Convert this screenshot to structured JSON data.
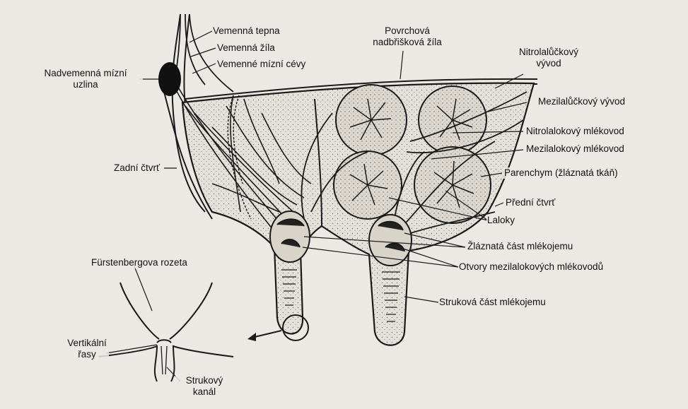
{
  "labels": {
    "vemenna_tepna": "Vemenná tepna",
    "vemenna_zila": "Vemenná žíla",
    "vemenne_mizni_cevy": "Vemenné mízní cévy",
    "nadvemenna_mizni_uzlina_line1": "Nadvemenná mízní",
    "nadvemenna_mizni_uzlina_line2": "uzlina",
    "povrchova_line1": "Povrchová",
    "povrchova_line2": "nadbřišková žíla",
    "nitrolaluckovy_line1": "Nitrolalůčkový",
    "nitrolaluckovy_line2": "vývod",
    "mezilaluckovy_vyvod": "Mezilalůčkový vývod",
    "nitrolalokovy_mlekovod": "Nitrolalokový mlékovod",
    "mezilalokovy_mlekovod": "Mezilalokový mlékovod",
    "parenchym": "Parenchym (žláznatá tkáň)",
    "zadni_ctvrt": "Zadní čtvrť",
    "predni_ctvrt": "Přední čtvrť",
    "laloky": "Laloky",
    "zlaznata_cast": "Žláznatá část mlékojemu",
    "otvory": "Otvory mezilalokových mlékovodů",
    "strukova_cast": "Struková část mlékojemu",
    "furstenbergova_rozeta": "Fürstenbergova rozeta",
    "vertikalni_line1": "Vertikální",
    "vertikalni_line2": "řasy",
    "strukovy_line1": "Strukový",
    "strukovy_line2": "kanál"
  },
  "colors": {
    "ink": "#1a1a1a",
    "tissue": "#dcd8cf",
    "paper": "#ebe9e4",
    "node": "#111111"
  }
}
